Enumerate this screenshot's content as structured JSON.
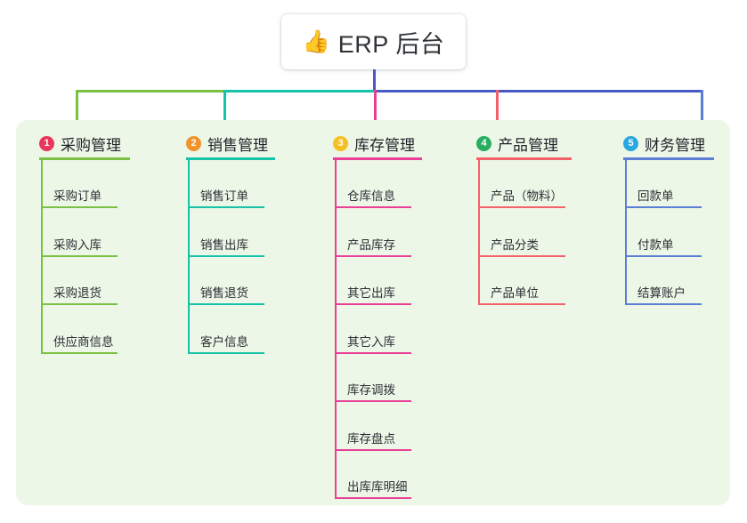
{
  "diagram": {
    "type": "mind-map",
    "root": {
      "emoji": "👍",
      "emoji_name": "thumbs-up-icon",
      "title": "ERP 后台"
    },
    "panel_color": "#edf7e7",
    "root_stem_color": "#4a5ac4",
    "branches": [
      {
        "number": "1",
        "title": "采购管理",
        "badge_color": "#e8365d",
        "line_color": "#7ac143",
        "items": [
          "采购订单",
          "采购入库",
          "采购退货",
          "供应商信息"
        ]
      },
      {
        "number": "2",
        "title": "销售管理",
        "badge_color": "#f0932b",
        "line_color": "#17c3a8",
        "items": [
          "销售订单",
          "销售出库",
          "销售退货",
          "客户信息"
        ]
      },
      {
        "number": "3",
        "title": "库存管理",
        "badge_color": "#f5c024",
        "line_color": "#ea3f96",
        "items": [
          "仓库信息",
          "产品库存",
          "其它出库",
          "其它入库",
          "库存调拨",
          "库存盘点",
          "出库库明细"
        ]
      },
      {
        "number": "4",
        "title": "产品管理",
        "badge_color": "#27ae60",
        "line_color": "#f4616a",
        "items": [
          "产品（物料）",
          "产品分类",
          "产品单位"
        ]
      },
      {
        "number": "5",
        "title": "财务管理",
        "badge_color": "#29a8e0",
        "line_color": "#5a7fd4",
        "items": [
          "回款单",
          "付款单",
          "结算账户"
        ]
      }
    ],
    "trunk": {
      "segments": [
        {
          "color": "#7ac143"
        },
        {
          "color": "#17c3a8"
        },
        {
          "color": "#4a5ac4"
        }
      ]
    }
  }
}
